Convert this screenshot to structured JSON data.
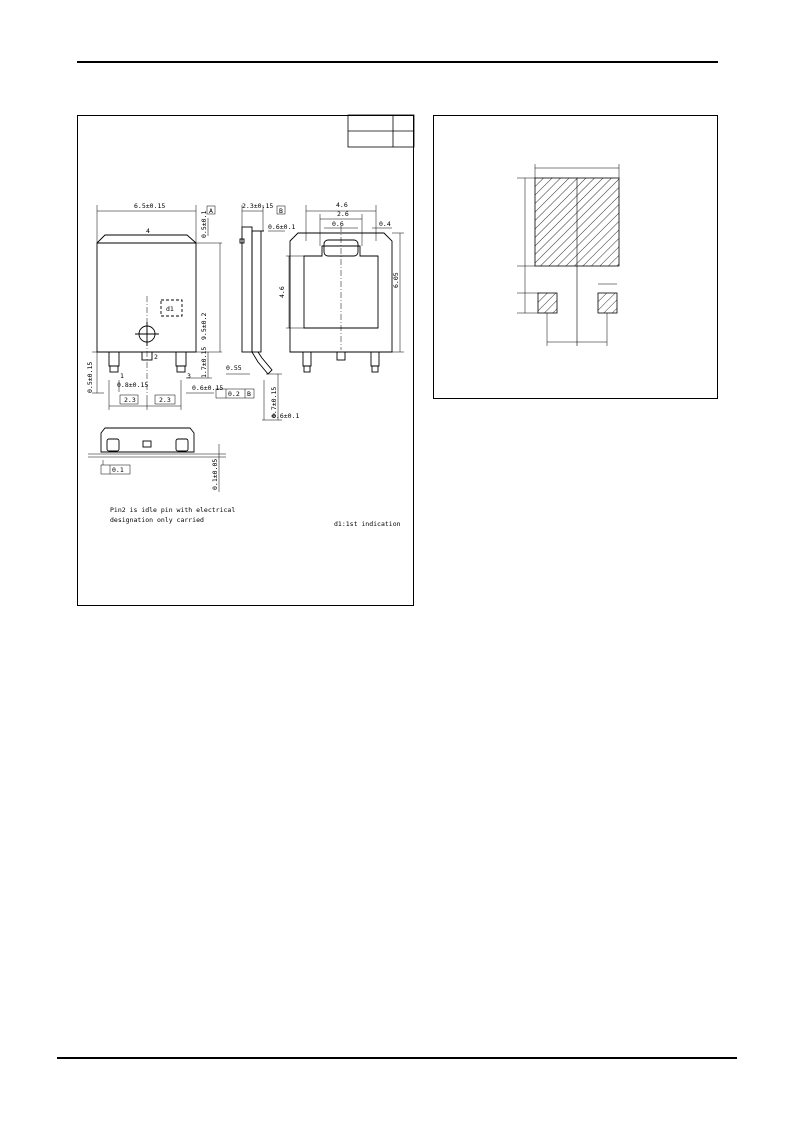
{
  "drawing": {
    "dims": {
      "width_top": "6.5±0.15",
      "flange": "0.5±0.1",
      "body_height": "9.5±0.2",
      "lead_length": "1.7±0.15",
      "lead_width": "0.8±0.15",
      "lead_pitch_1": "2.3",
      "lead_pitch_2": "2.3",
      "lead_offset": "0.5±0.15",
      "side_thick": "2.3±0.15",
      "mark_a": "A",
      "mark_b": "B",
      "mark_b_small": "B",
      "side_tab": "0.6±0.1",
      "side_rib": "0.55",
      "lead_thick": "0.6±0.15",
      "tol_pos": "0.2",
      "stand_off": "0.7±0.15",
      "lead_tip": "0.6±0.1",
      "rear_width": "4.6",
      "rear_slot": "2.6",
      "rear_slot_in": "0.6",
      "rear_corner": "0.4",
      "rear_height": "4.6",
      "rear_total": "6.05",
      "label_4": "4",
      "label_3": "3",
      "label_2": "2",
      "label_1": "1",
      "label_d1": "d1",
      "coplanar": "0.1",
      "bottom_gap": "0.1±0.05",
      "note_pin": "Pin2 is idle pin with electrical",
      "note_pin2": "designation only carried",
      "note_d1": "d1:1st indication"
    }
  }
}
